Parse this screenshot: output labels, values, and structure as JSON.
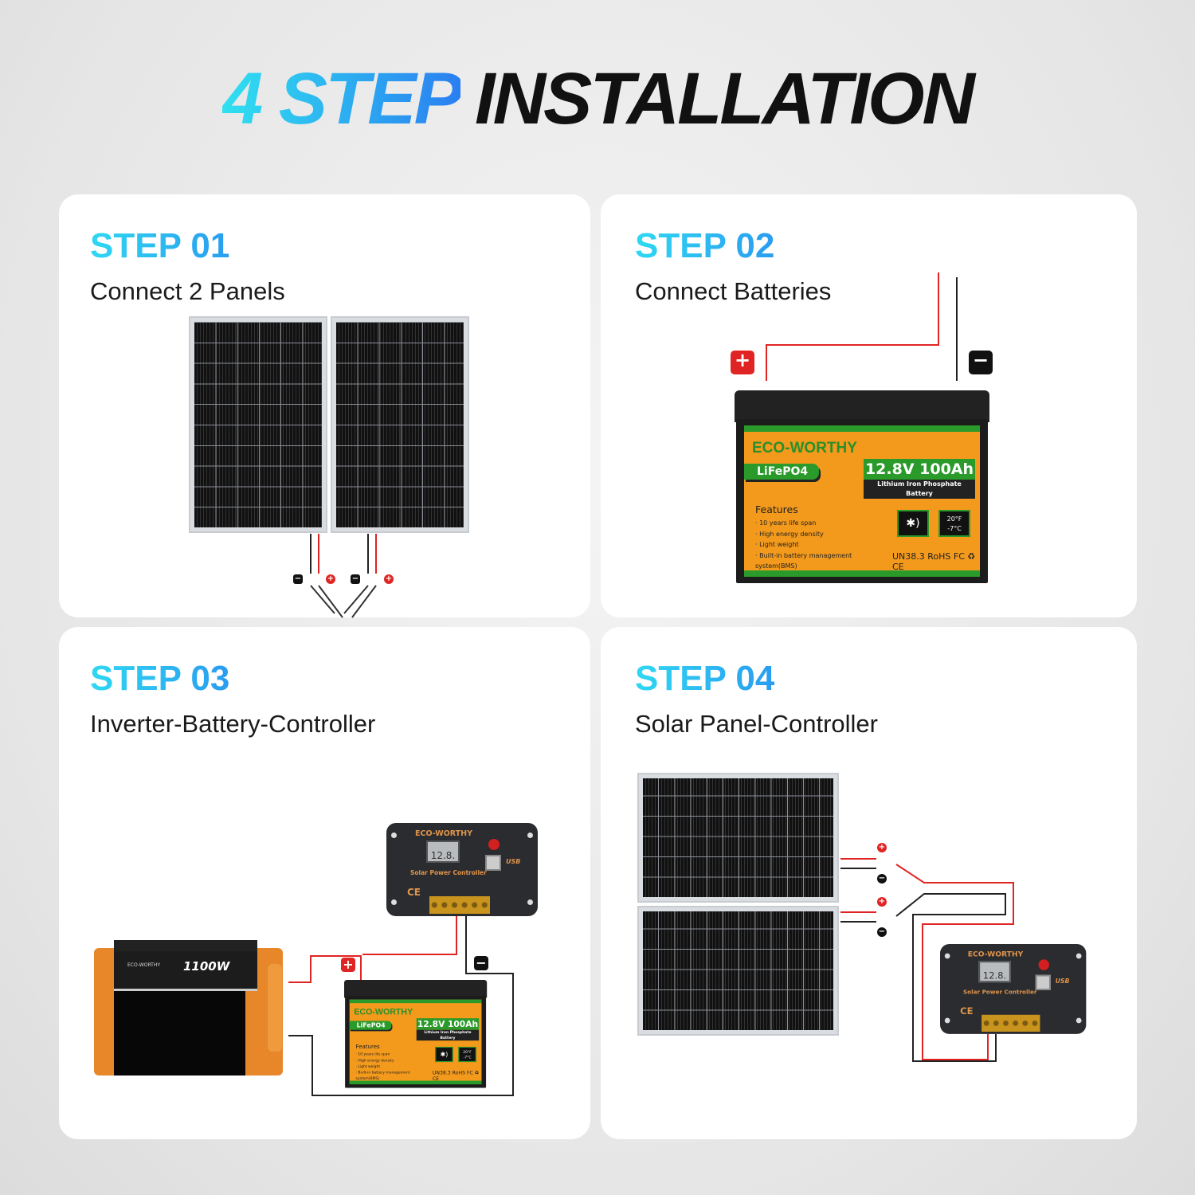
{
  "title": {
    "accent": "4 STEP",
    "main": "INSTALLATION"
  },
  "colors": {
    "accent_cyan": "#2fd8f2",
    "accent_blue": "#2a8ef0",
    "battery_orange": "#f39a1c",
    "battery_green": "#2a9a2a",
    "wire_red": "#e02424",
    "wire_black": "#111111"
  },
  "steps": [
    {
      "label": "STEP 01",
      "subtitle": "Connect 2 Panels"
    },
    {
      "label": "STEP 02",
      "subtitle": "Connect Batteries"
    },
    {
      "label": "STEP 03",
      "subtitle": "Inverter-Battery-Controller"
    },
    {
      "label": "STEP 04",
      "subtitle": "Solar Panel-Controller"
    }
  ],
  "polarity": {
    "plus": "+",
    "minus": "−"
  },
  "battery": {
    "brand": "ECO-WORTHY",
    "chemistry": "LiFePO4",
    "spec": "12.8V 100Ah",
    "spec_sub": "Lithium Iron Phosphate Battery",
    "features_title": "Features",
    "features": [
      "· 10 years life span",
      "· High energy density",
      "· Light weight",
      "· Built-in battery management",
      "  system(BMS)"
    ],
    "icons": [
      "bluetooth-icon",
      "low-temperature-icon"
    ],
    "temp_text": "20°F -7°C",
    "certifications": "UN38.3 RoHS FC ♻ CE"
  },
  "controller": {
    "brand": "ECO-WORTHY",
    "display": "12.8.",
    "name": "Solar Power Controller",
    "usb": "USB",
    "ce": "CE"
  },
  "inverter": {
    "brand": "ECO-WORTHY",
    "power": "1100W"
  }
}
